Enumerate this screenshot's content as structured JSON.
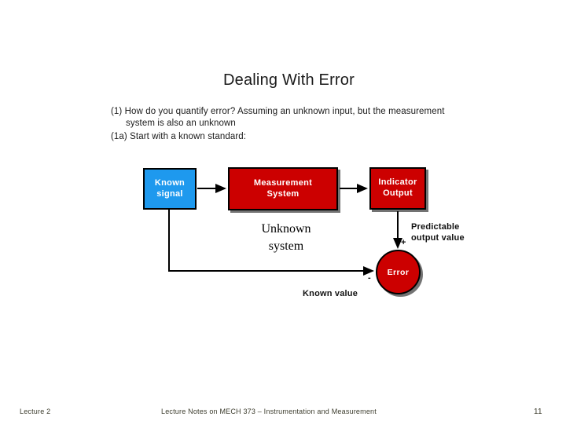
{
  "slide": {
    "title": "Dealing With Error",
    "body": {
      "bullet1_line1": "(1) How do you quantify error?  Assuming an unknown input, but the measurement",
      "bullet1_line2": "system is also an unknown",
      "bullet1a": "(1a) Start with a known standard:"
    },
    "diagram": {
      "blocks": [
        {
          "id": "known-signal",
          "line1": "Known",
          "line2": "signal",
          "color": "#1E99EE"
        },
        {
          "id": "measurement-system",
          "line1": "Measurement",
          "line2": "System",
          "color": "#CC0000"
        },
        {
          "id": "indicator-output",
          "line1": "Indicator",
          "line2": "Output",
          "color": "#CC0000"
        }
      ],
      "error_node": {
        "label": "Error",
        "color": "#CC0000"
      },
      "labels": {
        "unknown_system_line1": "Unknown",
        "unknown_system_line2": "system",
        "predictable_line1": "Predictable",
        "predictable_line2": "output value",
        "known_value": "Known value",
        "plus_sign": "+",
        "minus_sign": "-"
      }
    },
    "footer": {
      "left": "Lecture 2",
      "center": "Lecture Notes on MECH 373 – Instrumentation and Measurement",
      "page_number": "11"
    }
  }
}
